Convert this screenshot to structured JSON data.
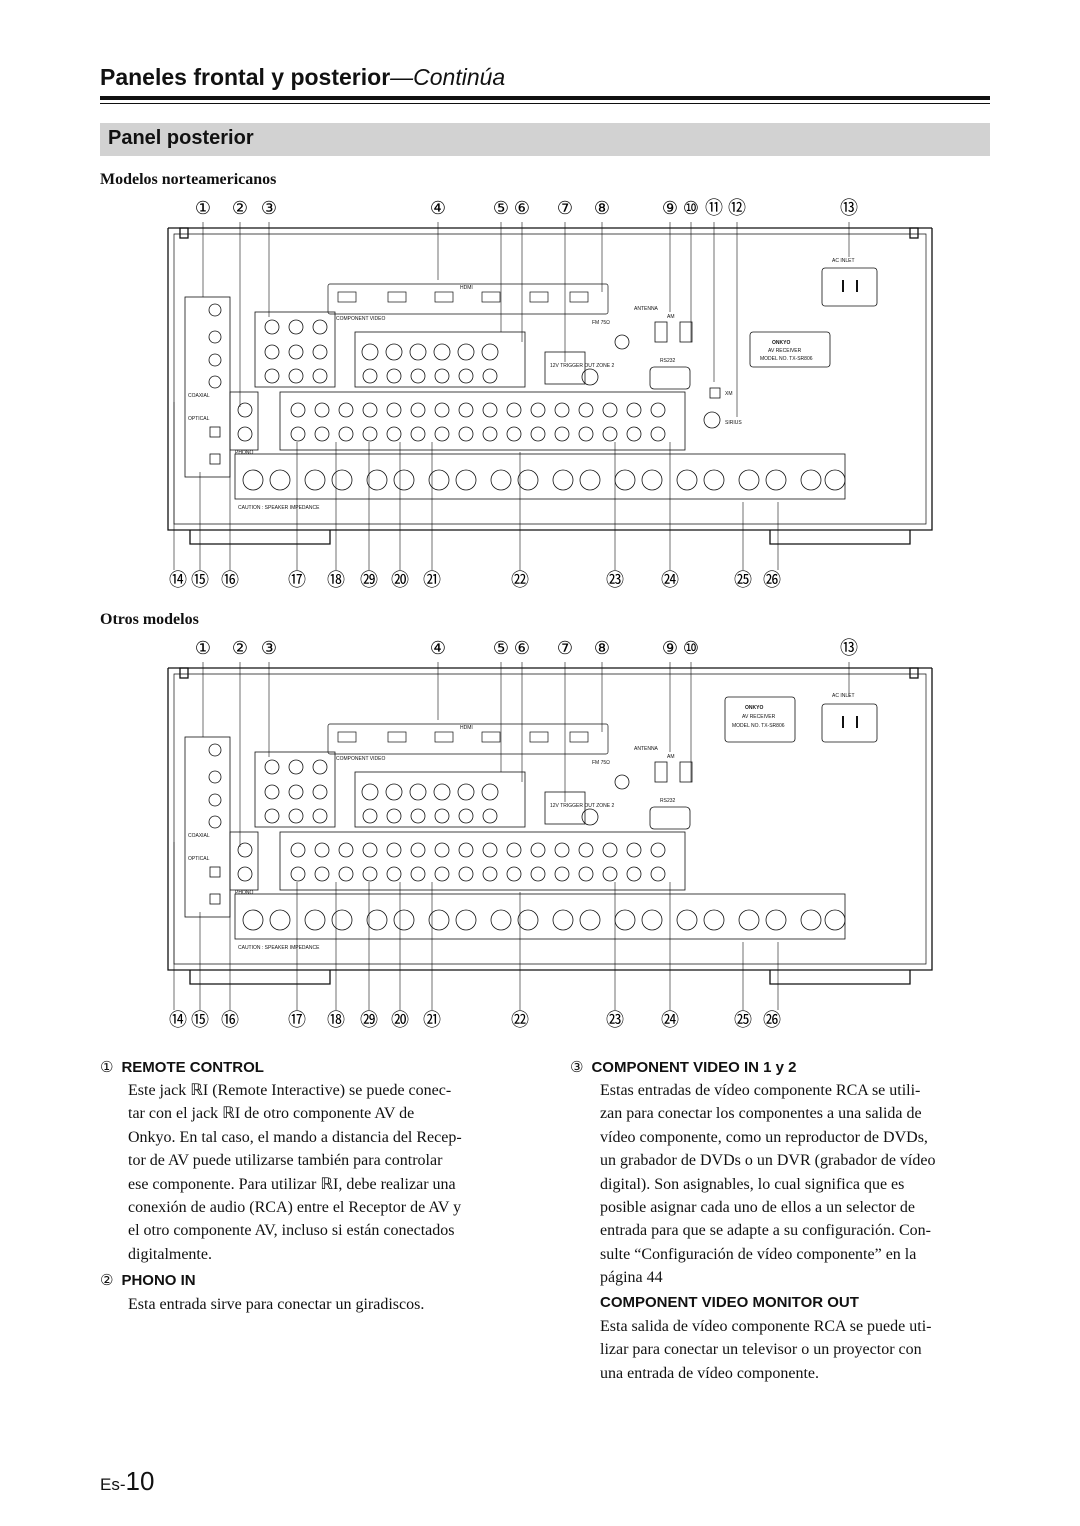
{
  "header": {
    "title": "Paneles frontal y posterior",
    "continua": "—Continúa"
  },
  "section": {
    "title": "Panel posterior"
  },
  "models": {
    "north_america": "Modelos norteamericanos",
    "others": "Otros modelos"
  },
  "callouts": {
    "top_na": [
      "①",
      "②",
      "③",
      "④",
      "⑤",
      "⑥",
      "⑦",
      "⑧",
      "⑨",
      "⑩",
      "⑪",
      "⑫",
      "⑬"
    ],
    "top_other": [
      "①",
      "②",
      "③",
      "④",
      "⑤",
      "⑥",
      "⑦",
      "⑧",
      "⑨",
      "⑩",
      "⑬"
    ],
    "bottom": [
      "⑭",
      "⑮",
      "⑯",
      "⑰",
      "⑱",
      "㉙",
      "⑳",
      "㉑",
      "㉒",
      "㉓",
      "㉔",
      "㉕",
      "㉖"
    ]
  },
  "panel_labels": {
    "ac_inlet": "AC INLET",
    "brand": "ONKYO",
    "receiver": "AV RECEIVER",
    "model_no": "MODEL NO. TX-SR806",
    "antenna": "ANTENNA",
    "am": "AM",
    "fm": "FM 75Ω",
    "rs232": "RS232",
    "xm": "XM",
    "sirius": "SIRIUS",
    "hdmi": "HDMI",
    "phono": "PHONO",
    "coaxial": "COAXIAL",
    "optical": "OPTICAL",
    "component_video": "COMPONENT VIDEO",
    "caution": "CAUTION : SPEAKER IMPEDANCE",
    "trigger": "12V TRIGGER OUT ZONE 2"
  },
  "items": {
    "remote": {
      "num": "①",
      "title": "REMOTE CONTROL",
      "lines": [
        "Este jack ℝI (Remote Interactive) se puede conec-",
        "tar con el jack ℝI de otro componente AV de",
        "Onkyo. En tal caso, el mando a distancia del Recep-",
        "tor de AV puede utilizarse también para controlar",
        "ese componente. Para utilizar ℝI, debe realizar una",
        "conexión de audio (RCA) entre el Receptor de AV y",
        "el otro componente AV, incluso si están conectados",
        "digitalmente."
      ]
    },
    "phono": {
      "num": "②",
      "title": "PHONO IN",
      "lines": [
        "Esta entrada sirve para conectar un giradiscos."
      ]
    },
    "component": {
      "num": "③",
      "title": "COMPONENT VIDEO IN 1 y 2",
      "lines": [
        "Estas entradas de vídeo componente RCA se utili-",
        "zan para conectar los componentes a una salida de",
        "vídeo componente, como un reproductor de DVDs,",
        "un grabador de DVDs o un DVR (grabador de vídeo",
        "digital). Son asignables, lo cual significa que es",
        "posible asignar cada uno de ellos a un selector de",
        "entrada para que se adapte a su configuración. Con-",
        "sulte “Configuración de vídeo componente” en la",
        "página 44"
      ]
    },
    "monitor": {
      "title": "COMPONENT VIDEO MONITOR OUT",
      "lines": [
        "Esta salida de vídeo componente RCA se puede uti-",
        "lizar para conectar un televisor o un proyector con",
        "una entrada de vídeo componente."
      ]
    }
  },
  "page": {
    "prefix": "Es-",
    "number": "10"
  }
}
